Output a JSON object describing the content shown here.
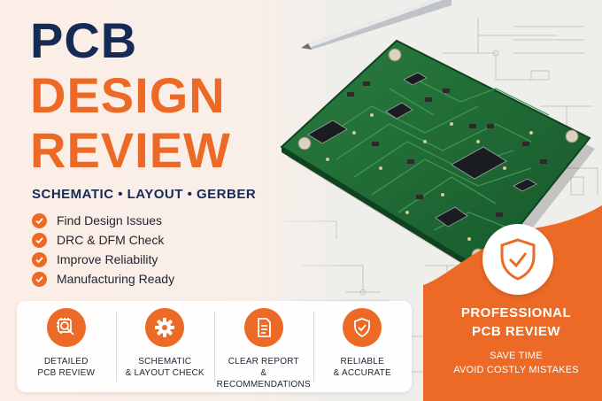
{
  "hero": {
    "title_line1": "PCB",
    "title_line2": "DESIGN",
    "title_line3": "REVIEW",
    "subtitle": "SCHEMATIC • LAYOUT • GERBER"
  },
  "checklist": [
    {
      "label": "Find Design Issues",
      "icon": "check-circle-icon"
    },
    {
      "label": "DRC & DFM Check",
      "icon": "check-circle-icon"
    },
    {
      "label": "Improve Reliability",
      "icon": "check-circle-icon"
    },
    {
      "label": "Manufacturing Ready",
      "icon": "check-circle-icon"
    }
  ],
  "features": [
    {
      "label": "DETAILED\nPCB REVIEW",
      "icon": "magnifier-chip-icon"
    },
    {
      "label": "SCHEMATIC\n& LAYOUT CHECK",
      "icon": "gear-icon"
    },
    {
      "label": "CLEAR REPORT\n& RECOMMENDATIONS",
      "icon": "document-icon"
    },
    {
      "label": "RELIABLE\n& ACCURATE",
      "icon": "shield-check-icon"
    }
  ],
  "panel": {
    "title_line1": "PROFESSIONAL",
    "title_line2": "PCB REVIEW",
    "subtitle_line1": "SAVE TIME",
    "subtitle_line2": "AVOID COSTLY MISTAKES",
    "badge_icon": "shield-check-icon"
  },
  "colors": {
    "accent": "#ec6a25",
    "navy": "#162a56",
    "pcb_green": "#1f6b35"
  }
}
